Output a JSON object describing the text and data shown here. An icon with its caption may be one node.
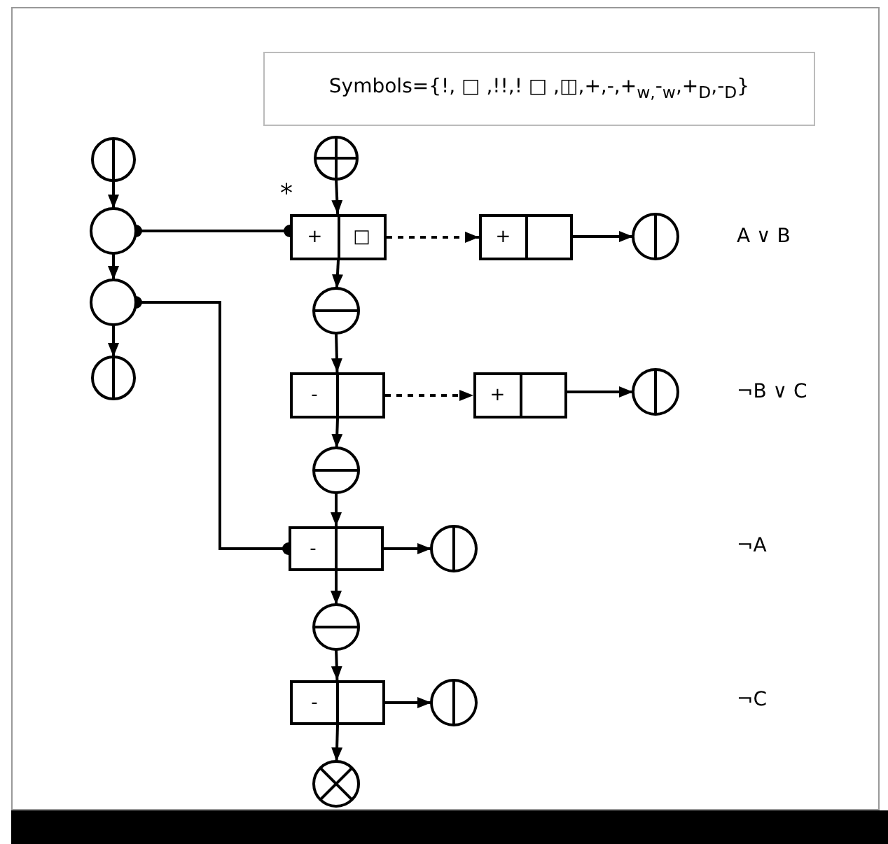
{
  "diagram": {
    "nodes": [
      {
        "text": [
          "Symbols={!, □ ,!!,! □ ,◫,+,-,+$_{w,}$-$_{w}$,+$_{D}$,-$_{D}$}"
        ]
      },
      {
        "text": [],
        "shape": "circle"
      },
      {
        "text": [],
        "shape": "circle"
      },
      {
        "text": [],
        "shape": "circle"
      },
      {
        "text": [],
        "shape": "circle"
      },
      {
        "text": [],
        "shape": "circle"
      },
      {
        "text": [
          "+",
          "□"
        ]
      },
      {
        "text": [
          "+"
        ]
      },
      {
        "text": [],
        "shape": "circle"
      },
      {
        "text": [],
        "shape": "circle"
      },
      {
        "text": [
          "-"
        ]
      },
      {
        "text": [
          "+"
        ]
      },
      {
        "text": [],
        "shape": "circle"
      },
      {
        "text": [],
        "shape": "circle"
      },
      {
        "text": [
          "-"
        ]
      },
      {
        "text": [],
        "shape": "circle"
      },
      {
        "text": [],
        "shape": "circle"
      },
      {
        "text": [
          "-"
        ]
      },
      {
        "text": [],
        "shape": "circle"
      },
      {
        "text": [],
        "shape": "circle"
      }
    ],
    "edges": [
      {
        "from": 1,
        "to": 2,
        "arrow": "to"
      },
      {
        "from": 2,
        "to": 3,
        "arrow": "to"
      },
      {
        "from": 3,
        "to": 4,
        "arrow": "to"
      },
      {
        "from": 2,
        "to": 6,
        "arrow": "other"
      },
      {
        "from": 3,
        "to": 14,
        "arrow": "other"
      },
      {
        "from": 5,
        "to": 6,
        "arrow": "to"
      },
      {
        "from": 6,
        "to": 7,
        "arrow": "to",
        "style": "dashed"
      },
      {
        "from": 7,
        "to": 8,
        "arrow": "to"
      },
      {
        "from": 6,
        "to": 9,
        "arrow": "to"
      },
      {
        "from": 9,
        "to": 10,
        "arrow": "to"
      },
      {
        "from": 10,
        "to": 11,
        "arrow": "to",
        "style": "dashed"
      },
      {
        "from": 11,
        "to": 12,
        "arrow": "to"
      },
      {
        "from": 10,
        "to": 13,
        "arrow": "to"
      },
      {
        "from": 13,
        "to": 14,
        "arrow": "to"
      },
      {
        "from": 14,
        "to": 15,
        "arrow": "to"
      },
      {
        "from": 14,
        "to": 16,
        "arrow": "to"
      },
      {
        "from": 16,
        "to": 17,
        "arrow": "to"
      },
      {
        "from": 17,
        "to": 18,
        "arrow": "to"
      },
      {
        "from": 17,
        "to": 19,
        "arrow": "to"
      }
    ],
    "labels": [
      "*",
      "A ∨ B",
      "¬B ∨ C",
      "¬A",
      "¬C"
    ]
  }
}
